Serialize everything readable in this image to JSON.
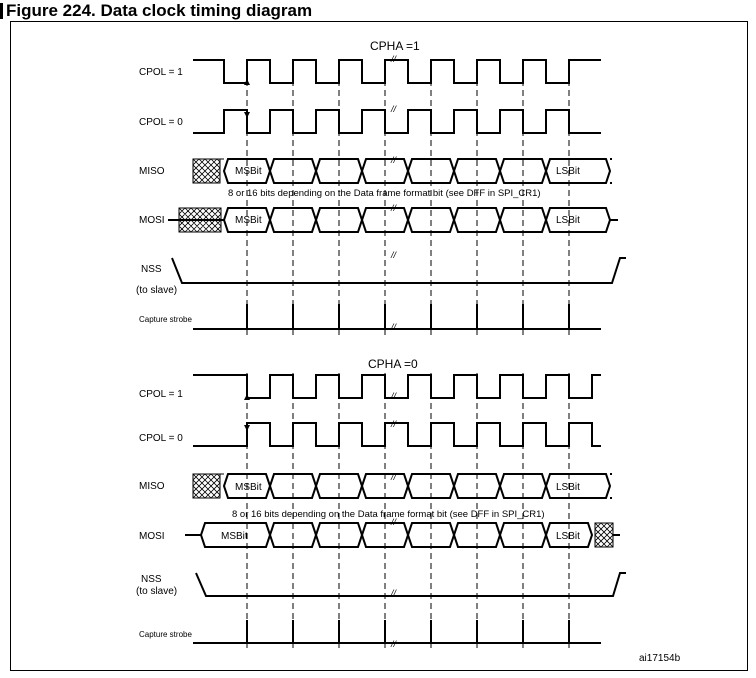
{
  "figure": {
    "title": "Figure 224. Data clock timing diagram",
    "ref": "ai17154b"
  },
  "sections": [
    {
      "heading": "CPHA =1",
      "cpol1_label": "CPOL = 1",
      "cpol0_label": "CPOL = 0",
      "miso_label": "MISO",
      "mosi_label": "MOSI",
      "nss_label": "NSS",
      "nss_sub": "(to slave)",
      "strobe_label": "Capture strobe",
      "msbit": "MSBit",
      "lsbit": "LSBit",
      "note": "8 or 16 bits depending on the Data frame format bit (see DFF in  SPI_CR1)"
    },
    {
      "heading": "CPHA =0",
      "cpol1_label": "CPOL = 1",
      "cpol0_label": "CPOL = 0",
      "miso_label": "MISO",
      "mosi_label": "MOSI",
      "nss_label": "NSS",
      "nss_sub": "(to slave)",
      "strobe_label": "Capture strobe",
      "msbit": "MSBit",
      "lsbit": "LSBit",
      "note": "8 or 16 bits depending on the Data frame format bit (see DFF in SPI_CR1)"
    }
  ],
  "break_mark": "//"
}
